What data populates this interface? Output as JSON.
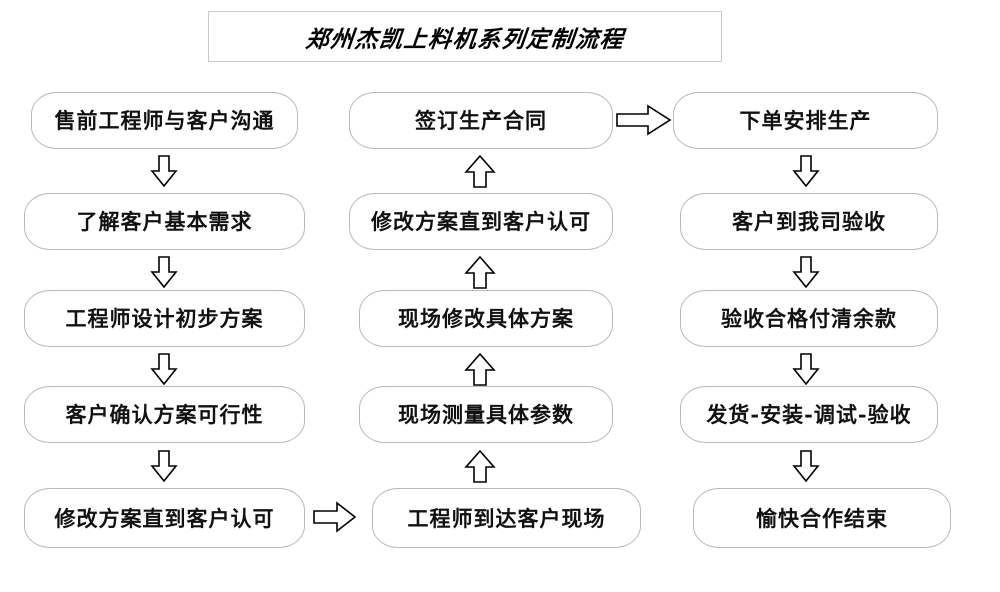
{
  "title": {
    "text": "郑州杰凯上料机系列定制流程"
  },
  "diagram": {
    "type": "flowchart",
    "columns": [
      {
        "name": "column-1",
        "direction": "down",
        "nodes": [
          {
            "id": "n1",
            "label": "售前工程师与客户沟通"
          },
          {
            "id": "n2",
            "label": "了解客户基本需求"
          },
          {
            "id": "n3",
            "label": "工程师设计初步方案"
          },
          {
            "id": "n4",
            "label": "客户确认方案可行性"
          },
          {
            "id": "n5",
            "label": "修改方案直到客户认可"
          }
        ]
      },
      {
        "name": "column-2",
        "direction": "up",
        "nodes": [
          {
            "id": "n10",
            "label": "签订生产合同"
          },
          {
            "id": "n9",
            "label": "修改方案直到客户认可"
          },
          {
            "id": "n8",
            "label": "现场修改具体方案"
          },
          {
            "id": "n7",
            "label": "现场测量具体参数"
          },
          {
            "id": "n6",
            "label": "工程师到达客户现场"
          }
        ]
      },
      {
        "name": "column-3",
        "direction": "down",
        "nodes": [
          {
            "id": "n11",
            "label": "下单安排生产"
          },
          {
            "id": "n12",
            "label": "客户到我司验收"
          },
          {
            "id": "n13",
            "label": "验收合格付清余款"
          },
          {
            "id": "n14",
            "label": "发货-安装-调试-验收"
          },
          {
            "id": "n15",
            "label": "愉快合作结束"
          }
        ]
      }
    ],
    "connectors": [
      {
        "id": "c1",
        "kind": "arrow-down",
        "from": "n1",
        "to": "n2"
      },
      {
        "id": "c2",
        "kind": "arrow-down",
        "from": "n2",
        "to": "n3"
      },
      {
        "id": "c3",
        "kind": "arrow-down",
        "from": "n3",
        "to": "n4"
      },
      {
        "id": "c4",
        "kind": "arrow-down",
        "from": "n4",
        "to": "n5"
      },
      {
        "id": "c5",
        "kind": "arrow-right",
        "from": "n5",
        "to": "n6"
      },
      {
        "id": "c6",
        "kind": "arrow-up",
        "from": "n6",
        "to": "n7"
      },
      {
        "id": "c7",
        "kind": "arrow-up",
        "from": "n7",
        "to": "n8"
      },
      {
        "id": "c8",
        "kind": "arrow-up",
        "from": "n8",
        "to": "n9"
      },
      {
        "id": "c9",
        "kind": "arrow-up",
        "from": "n9",
        "to": "n10"
      },
      {
        "id": "c10",
        "kind": "arrow-right",
        "from": "n10",
        "to": "n11"
      },
      {
        "id": "c11",
        "kind": "arrow-down",
        "from": "n11",
        "to": "n12"
      },
      {
        "id": "c12",
        "kind": "arrow-down",
        "from": "n12",
        "to": "n13"
      },
      {
        "id": "c13",
        "kind": "arrow-down",
        "from": "n13",
        "to": "n14"
      },
      {
        "id": "c14",
        "kind": "arrow-down",
        "from": "n14",
        "to": "n15"
      }
    ]
  },
  "colors": {
    "background": "#ffffff",
    "node_border": "#b8b8b8",
    "title_border": "#c9c9c9",
    "text": "#111111",
    "arrow_stroke": "#000000",
    "arrow_fill": "#ffffff"
  }
}
